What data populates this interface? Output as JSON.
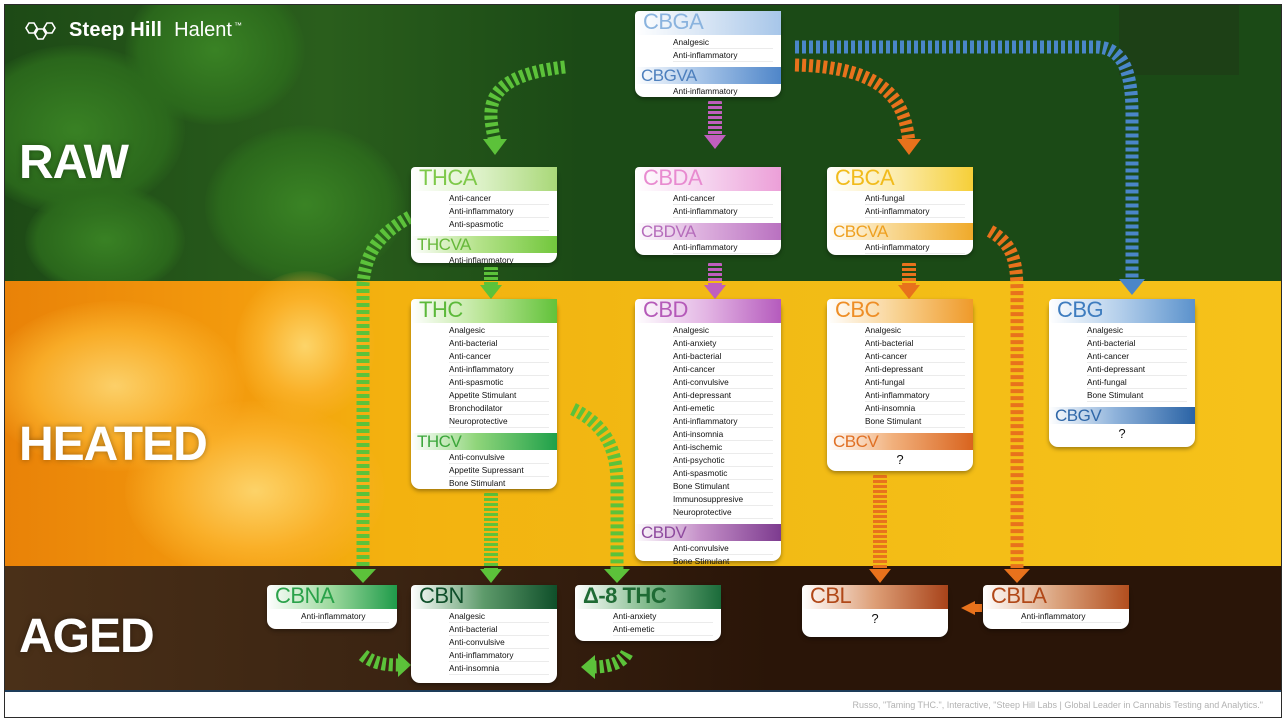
{
  "brand": {
    "bold": "Steep Hill",
    "light": "Halent",
    "tm": "™"
  },
  "stages": {
    "raw": "RAW",
    "heated": "HEATED",
    "aged": "AGED"
  },
  "cards": {
    "cbga": {
      "name": "CBGA",
      "props": [
        "Analgesic",
        "Anti-inflammatory"
      ],
      "sub": {
        "name": "CBGVA",
        "props": [
          "Anti-inflammatory"
        ]
      }
    },
    "thca": {
      "name": "THCA",
      "props": [
        "Anti-cancer",
        "Anti-inflammatory",
        "Anti-spasmotic"
      ],
      "sub": {
        "name": "THCVA",
        "props": [
          "Anti-inflammatory"
        ]
      }
    },
    "cbda": {
      "name": "CBDA",
      "props": [
        "Anti-cancer",
        "Anti-inflammatory"
      ],
      "sub": {
        "name": "CBDVA",
        "props": [
          "Anti-inflammatory"
        ]
      }
    },
    "cbca": {
      "name": "CBCA",
      "props": [
        "Anti-fungal",
        "Anti-inflammatory"
      ],
      "sub": {
        "name": "CBCVA",
        "props": [
          "Anti-inflammatory"
        ]
      }
    },
    "thc": {
      "name": "THC",
      "props": [
        "Analgesic",
        "Anti-bacterial",
        "Anti-cancer",
        "Anti-inflammatory",
        "Anti-spasmotic",
        "Appetite Stimulant",
        "Bronchodilator",
        "Neuroprotective"
      ],
      "sub": {
        "name": "THCV",
        "props": [
          "Anti-convulsive",
          "Appetite Supressant",
          "Bone Stimulant"
        ]
      }
    },
    "cbd": {
      "name": "CBD",
      "props": [
        "Analgesic",
        "Anti-anxiety",
        "Anti-bacterial",
        "Anti-cancer",
        "Anti-convulsive",
        "Anti-depressant",
        "Anti-emetic",
        "Anti-inflammatory",
        "Anti-insomnia",
        "Anti-ischemic",
        "Anti-psychotic",
        "Anti-spasmotic",
        "Bone Stimulant",
        "Immunosuppresive",
        "Neuroprotective"
      ],
      "sub": {
        "name": "CBDV",
        "props": [
          "Anti-convulsive",
          "Bone Stimulant"
        ]
      }
    },
    "cbc": {
      "name": "CBC",
      "props": [
        "Analgesic",
        "Anti-bacterial",
        "Anti-cancer",
        "Anti-depressant",
        "Anti-fungal",
        "Anti-inflammatory",
        "Anti-insomnia",
        "Bone Stimulant"
      ],
      "sub": {
        "name": "CBCV",
        "unknown": "?"
      }
    },
    "cbg": {
      "name": "CBG",
      "props": [
        "Analgesic",
        "Anti-bacterial",
        "Anti-cancer",
        "Anti-depressant",
        "Anti-fungal",
        "Bone Stimulant"
      ],
      "sub": {
        "name": "CBGV",
        "unknown": "?"
      }
    },
    "cbna": {
      "name": "CBNA",
      "props": [
        "Anti-inflammatory"
      ]
    },
    "cbn": {
      "name": "CBN",
      "props": [
        "Analgesic",
        "Anti-bacterial",
        "Anti-convulsive",
        "Anti-inflammatory",
        "Anti-insomnia"
      ]
    },
    "d8thc": {
      "name": "Δ-8 THC",
      "props": [
        "Anti-anxiety",
        "Anti-emetic"
      ]
    },
    "cbl": {
      "name": "CBL",
      "unknown": "?"
    },
    "cbla": {
      "name": "CBLA",
      "props": [
        "Anti-inflammatory"
      ]
    }
  },
  "colors": {
    "green": "#4fae2c",
    "pink": "#b95ab8",
    "orange": "#e8721c",
    "blue": "#3f7dbf",
    "aged": "#b94a1b",
    "dkgreen": "#1f6b35"
  },
  "citation": "Russo, \"Taming THC.\", Interactive, \"Steep Hill Labs | Global Leader in Cannabis Testing and Analytics.\""
}
